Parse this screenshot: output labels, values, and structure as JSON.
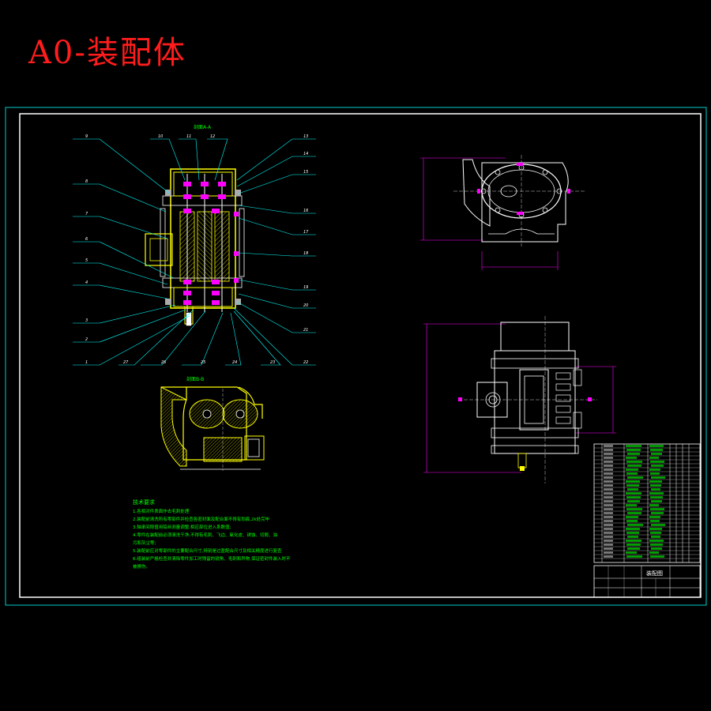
{
  "title": "A0-装配体",
  "colors": {
    "background": "#000000",
    "title": "#ff1c1c",
    "outer_frame": "#00cccc",
    "inner_frame": "#ffffff",
    "leader": "#00ffff",
    "body": "#ffff00",
    "hatch": "#ffff00",
    "bolt": "#ff00ff",
    "dimension": "#ff00ff",
    "outline": "#ffffff",
    "text": "#00ff00"
  },
  "section_a": {
    "label": "剖面A-A",
    "left_labels": [
      "9",
      "8",
      "7",
      "6",
      "5",
      "4",
      "3",
      "2",
      "1"
    ],
    "top_labels": [
      "10",
      "11",
      "12",
      "13"
    ],
    "right_labels": [
      "14",
      "15",
      "16",
      "17",
      "18",
      "19",
      "20",
      "21",
      "22"
    ],
    "bottom_labels": [
      "27",
      "26",
      "25",
      "24",
      "23"
    ]
  },
  "section_b": {
    "label": "剖面B-B"
  },
  "tech_requirements": {
    "title": "技术要求",
    "lines": [
      "1.各相对件表面作去毛刺处理",
      "2.装配前清洗所有零部件并检查各密封面及配合面不得有划痕,2k处完毕",
      "3.轴承间隙值用铅丝测量调整,相应部位进入系数值;",
      "4.零件在装配前必须清洗干净,不得有毛刺、飞边、氧化皮、锈蚀、切屑、油",
      "污和灰尘等;",
      "5.装配前应对零部件的主要配合尺寸,特别是过盈配合尺寸及相关精度进行复查",
      "6.组装前严格检查并清除零件加工时残留的锐角、毛刺和异物,保证密封件装入时不",
      "被擦伤。"
    ]
  },
  "title_block": {
    "drawing_name": "装配图"
  }
}
